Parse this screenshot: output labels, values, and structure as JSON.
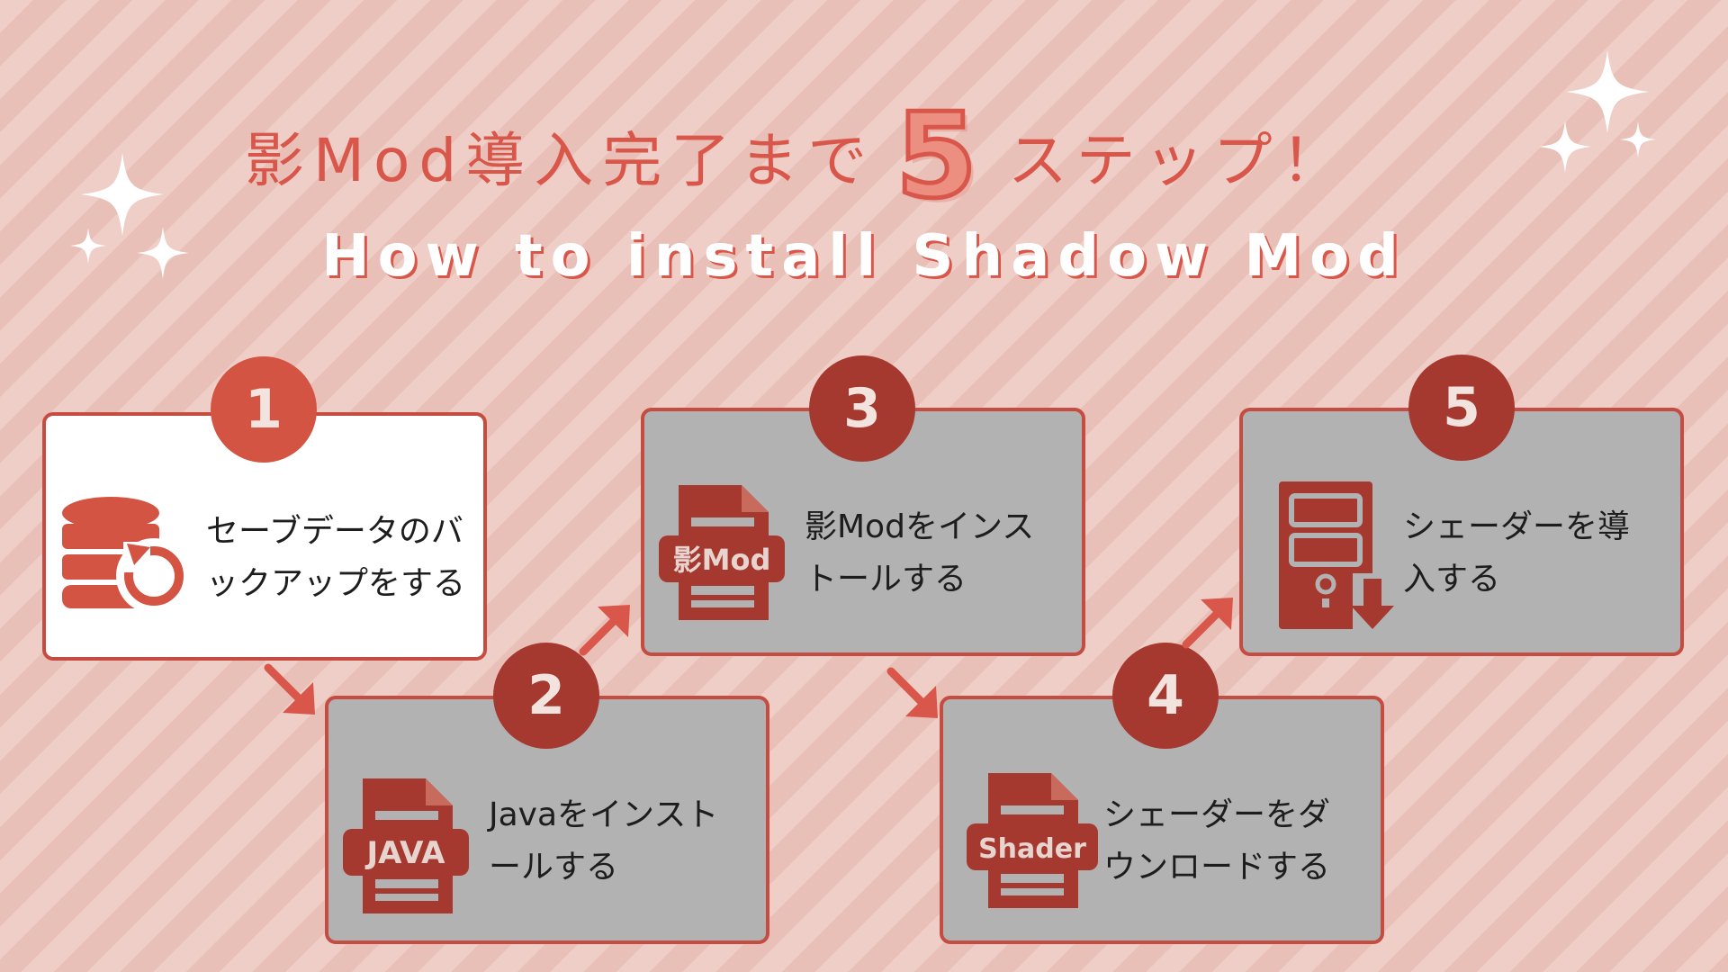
{
  "title": {
    "jp_prefix": "影Mod導入完了まで",
    "step_count": "5",
    "jp_suffix": "ステップ！",
    "en": "How to install Shadow Mod"
  },
  "steps": [
    {
      "number": "1",
      "text": "セーブデータのバ\nックアップをする",
      "icon": "database-restore-icon",
      "icon_label": ""
    },
    {
      "number": "2",
      "text": "Javaをインスト\nールする",
      "icon": "java-file-icon",
      "icon_label": "JAVA"
    },
    {
      "number": "3",
      "text": "影Modをインス\nトールする",
      "icon": "mod-file-icon",
      "icon_label": "影Mod"
    },
    {
      "number": "4",
      "text": "シェーダーをダ\nウンロードする",
      "icon": "shader-file-icon",
      "icon_label": "Shader"
    },
    {
      "number": "5",
      "text": "シェーダーを導\n入する",
      "icon": "pc-install-icon",
      "icon_label": ""
    }
  ],
  "colors": {
    "accent": "#d9574a",
    "badge_red": "#d45444",
    "badge_dark": "#a5382f",
    "card_gray": "#b2b2b2",
    "card_white": "#ffffff",
    "background": "#ecc8c1"
  }
}
